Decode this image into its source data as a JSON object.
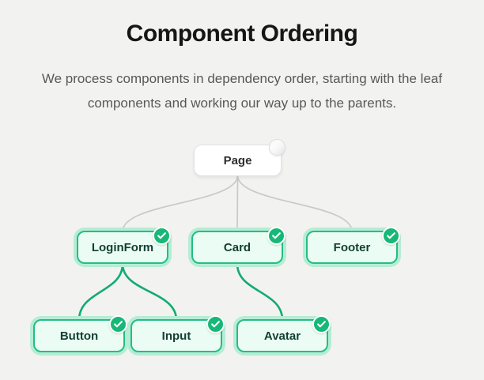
{
  "header": {
    "title": "Component Ordering",
    "subtitle_lines": [
      "We process components in dependency order, starting with the leaf",
      "components and working our way up to the parents."
    ]
  },
  "colors": {
    "background": "#f2f2f0",
    "done_green": "#17b877",
    "node_border_green": "#25bd83",
    "node_bg_green": "#eafcf3",
    "node_ring_green": "#b4edd5",
    "node_text_green": "#123f31",
    "edge_gray": "#c9c9c9",
    "edge_green": "#12ab72",
    "title_color": "#161616",
    "subtitle_color": "#585858"
  },
  "diagram": {
    "nodes": [
      {
        "id": "page",
        "label": "Page",
        "status": "pending"
      },
      {
        "id": "loginform",
        "label": "LoginForm",
        "status": "done"
      },
      {
        "id": "card",
        "label": "Card",
        "status": "done"
      },
      {
        "id": "footer",
        "label": "Footer",
        "status": "done"
      },
      {
        "id": "button",
        "label": "Button",
        "status": "done"
      },
      {
        "id": "input",
        "label": "Input",
        "status": "done"
      },
      {
        "id": "avatar",
        "label": "Avatar",
        "status": "done"
      }
    ],
    "edges": [
      {
        "from": "page",
        "to": "loginform",
        "status": "pending"
      },
      {
        "from": "page",
        "to": "card",
        "status": "pending"
      },
      {
        "from": "page",
        "to": "footer",
        "status": "pending"
      },
      {
        "from": "loginform",
        "to": "button",
        "status": "done"
      },
      {
        "from": "loginform",
        "to": "input",
        "status": "done"
      },
      {
        "from": "card",
        "to": "avatar",
        "status": "done"
      }
    ]
  }
}
